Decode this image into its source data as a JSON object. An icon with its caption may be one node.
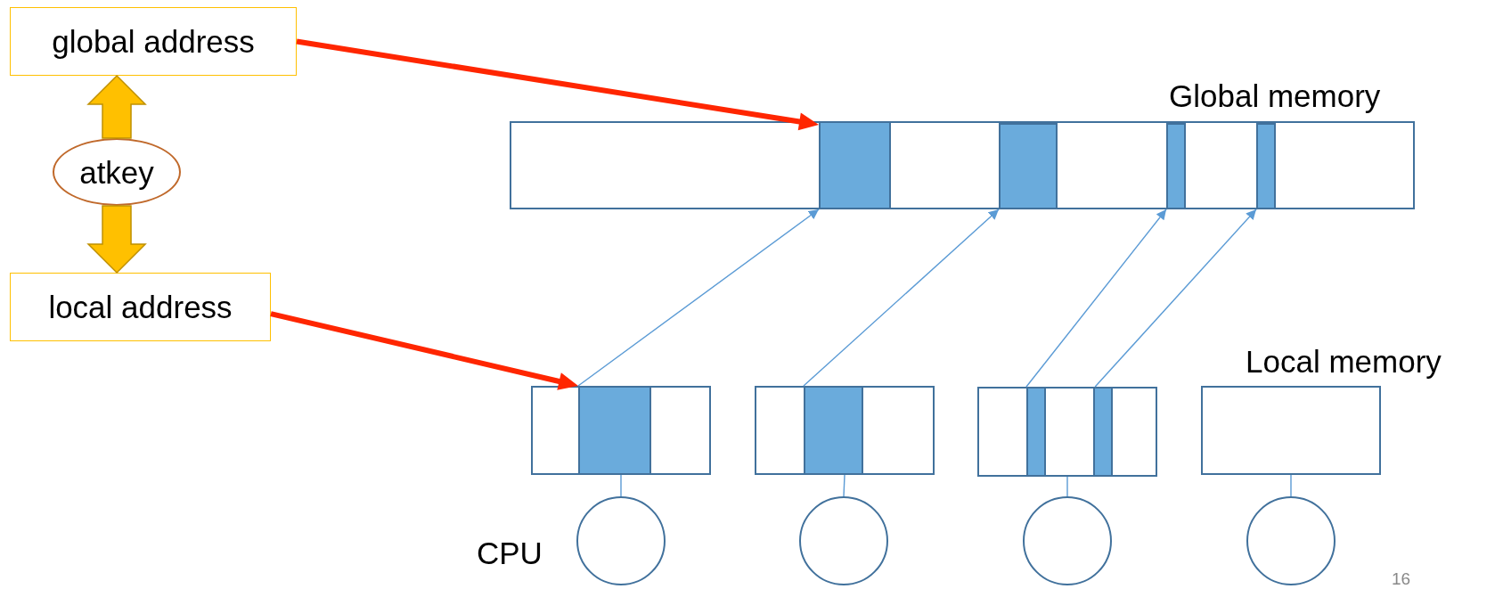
{
  "diagram": {
    "nodes": [
      {
        "text": [
          "global address"
        ]
      },
      {
        "text": [
          "atkey"
        ]
      },
      {
        "text": [
          "local address"
        ]
      },
      {
        "text": [],
        "shape": "box"
      },
      {
        "text": [],
        "shape": "bar",
        "in": 3
      },
      {
        "text": [],
        "shape": "bar",
        "in": 3
      },
      {
        "text": [],
        "shape": "bar",
        "in": 3
      },
      {
        "text": [],
        "shape": "bar",
        "in": 3
      },
      {
        "text": [],
        "shape": "box"
      },
      {
        "text": [],
        "shape": "bar",
        "in": 8
      },
      {
        "text": [],
        "shape": "box"
      },
      {
        "text": [],
        "shape": "bar",
        "in": 10
      },
      {
        "text": [],
        "shape": "box"
      },
      {
        "text": [],
        "shape": "bar",
        "in": 12
      },
      {
        "text": [],
        "shape": "bar",
        "in": 12
      },
      {
        "text": [],
        "shape": "box"
      },
      {
        "text": [],
        "shape": "circle"
      },
      {
        "text": [],
        "shape": "circle"
      },
      {
        "text": [],
        "shape": "circle"
      },
      {
        "text": [],
        "shape": "circle"
      }
    ],
    "edges": [
      {
        "from": 0,
        "to": 4,
        "arrow": "to",
        "style": "thick",
        "color": "#ff2600"
      },
      {
        "from": 1,
        "to": 0,
        "arrow": "to",
        "style": "thick",
        "color": "#ffc000"
      },
      {
        "from": 1,
        "to": 2,
        "arrow": "to",
        "style": "thick",
        "color": "#ffc000"
      },
      {
        "from": 2,
        "to": 9,
        "arrow": "to",
        "style": "thick",
        "color": "#ff2600"
      },
      {
        "from": 9,
        "to": 4,
        "arrow": "to"
      },
      {
        "from": 11,
        "to": 5,
        "arrow": "to"
      },
      {
        "from": 13,
        "to": 6,
        "arrow": "to"
      },
      {
        "from": 14,
        "to": 7,
        "arrow": "to"
      },
      {
        "from": 8,
        "to": 16,
        "arrow": "none"
      },
      {
        "from": 10,
        "to": 17,
        "arrow": "none"
      },
      {
        "from": 12,
        "to": 18,
        "arrow": "none"
      },
      {
        "from": 15,
        "to": 19,
        "arrow": "none"
      }
    ],
    "labels": [
      "Global memory",
      "Local memory",
      "CPU",
      "16"
    ]
  }
}
